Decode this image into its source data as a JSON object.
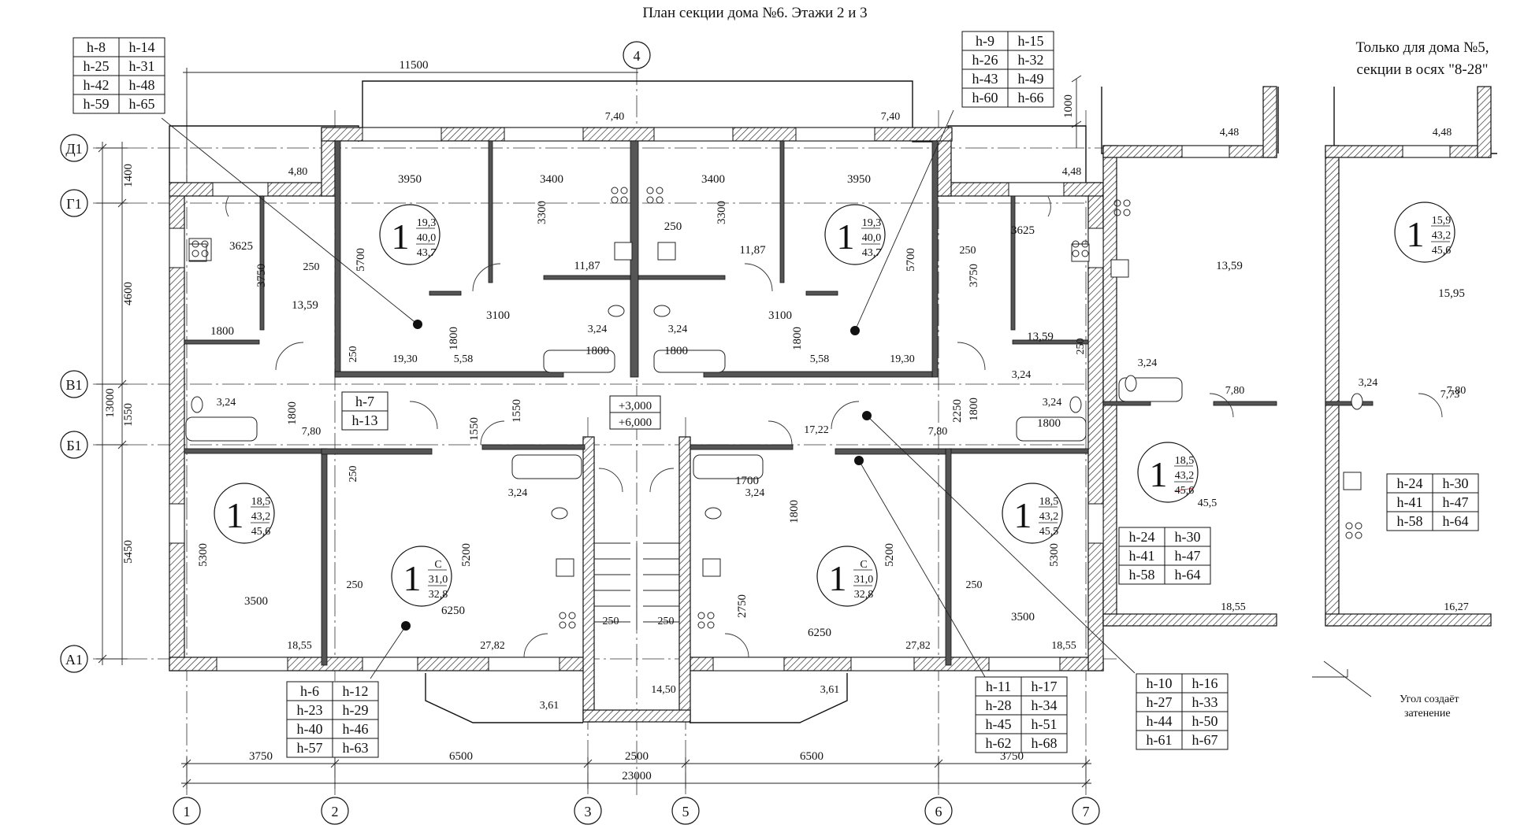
{
  "title": "План секции дома №6. Этажи 2 и 3",
  "subtitle_line1": "Только для дома №5,",
  "subtitle_line2": "секции в осях \"8-28\"",
  "axes_bottom": [
    "1",
    "2",
    "3",
    "5",
    "6",
    "7"
  ],
  "axes_left": [
    "Д1",
    "Г1",
    "В1",
    "Б1",
    "А1"
  ],
  "axis_top": "4",
  "dims_bottom": [
    "3750",
    "6500",
    "2500",
    "6500",
    "3750"
  ],
  "dim_total_bottom": "23000",
  "dim_top": "11500",
  "dims_left": [
    "1400",
    "4600",
    "1550",
    "5450"
  ],
  "dim_total_left": "13000",
  "dim_top_right": "1000",
  "elevation_1": "+3,000",
  "elevation_2": "+6,000",
  "note_shade": "Угол создаёт затенение",
  "apt_marks": [
    "1",
    "1",
    "1",
    "1",
    "1",
    "1",
    "1",
    "1",
    "1"
  ],
  "aptA": [
    "19,3",
    "40,0",
    "43,7"
  ],
  "aptB": [
    "19,3",
    "40,0",
    "43,7"
  ],
  "aptC": [
    "18,5",
    "43,2",
    "45,6"
  ],
  "aptD": [
    "18,5",
    "43,2",
    "45,5"
  ],
  "aptE": [
    "С",
    "31,0",
    "32,8"
  ],
  "aptF": [
    "С",
    "31,0",
    "32,8"
  ],
  "aptG": [
    "18,5",
    "43,2",
    "45,6",
    "45,5"
  ],
  "aptH": [
    "15,9",
    "43,2",
    "45,6"
  ],
  "tables": {
    "tl": [
      "h-8",
      "h-14",
      "h-25",
      "h-31",
      "h-42",
      "h-48",
      "h-59",
      "h-65"
    ],
    "tr": [
      "h-9",
      "h-15",
      "h-26",
      "h-32",
      "h-43",
      "h-49",
      "h-60",
      "h-66"
    ],
    "mid": [
      "h-7",
      "h-13"
    ],
    "bl": [
      "h-6",
      "h-12",
      "h-23",
      "h-29",
      "h-40",
      "h-46",
      "h-57",
      "h-63"
    ],
    "bc": [
      "h-11",
      "h-17",
      "h-28",
      "h-34",
      "h-45",
      "h-51",
      "h-62",
      "h-68"
    ],
    "br": [
      "h-10",
      "h-16",
      "h-27",
      "h-33",
      "h-44",
      "h-50",
      "h-61",
      "h-67"
    ],
    "s5": [
      "h-24",
      "h-30",
      "h-41",
      "h-47",
      "h-58",
      "h-64"
    ],
    "s6": [
      "h-24",
      "h-30",
      "h-41",
      "h-47",
      "h-58",
      "h-64"
    ]
  },
  "inner": {
    "a": [
      "7,40",
      "7,40",
      "4,80",
      "4,48",
      "4,48",
      "4,48"
    ],
    "b": [
      "3950",
      "3400",
      "3400",
      "3950"
    ],
    "c": [
      "3300",
      "3300",
      "250",
      "5700",
      "5700",
      "3625",
      "3625",
      "3750",
      "3750"
    ],
    "d": [
      "250",
      "250",
      "250",
      "250",
      "250",
      "250",
      "250",
      "250",
      "250"
    ],
    "e": [
      "11,87",
      "11,87",
      "13,59",
      "13,59",
      "13,59",
      "15,95"
    ],
    "f": [
      "3100",
      "3100",
      "1800",
      "1800",
      "1800",
      "1800",
      "1800",
      "1800",
      "1800",
      "1800",
      "1800",
      "1700"
    ],
    "g": [
      "3,24",
      "3,24",
      "3,24",
      "3,24",
      "3,24",
      "3,24",
      "3,24",
      "3,24",
      "3,24"
    ],
    "h": [
      "19,30",
      "19,30",
      "5,58",
      "5,58",
      "7,80",
      "7,80",
      "7,80",
      "7,80",
      "7,73",
      "17,22"
    ],
    "i": [
      "1550",
      "1550",
      "2250",
      "5200",
      "5200",
      "5300",
      "5300",
      "2750"
    ],
    "j": [
      "3500",
      "3500",
      "6250",
      "6250",
      "18,55",
      "18,55",
      "18,55",
      "16,27",
      "27,82",
      "27,82",
      "3,61",
      "3,61",
      "14,50",
      "250",
      "250"
    ]
  }
}
